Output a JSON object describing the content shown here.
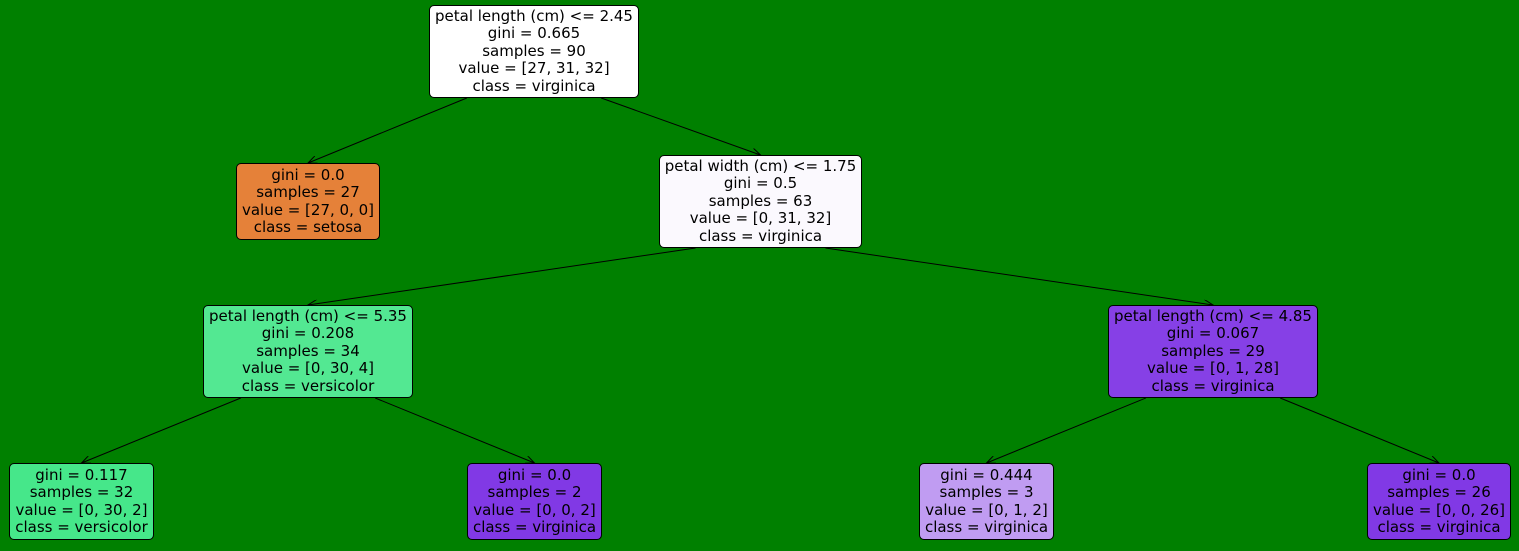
{
  "nodes": [
    {
      "id": "n0",
      "split": "petal length (cm) <= 2.45",
      "gini": "gini = 0.665",
      "samples": "samples = 90",
      "value": "value = [27, 31, 32]",
      "class": "class = virginica",
      "fill": "#ffffff"
    },
    {
      "id": "n1",
      "split": "",
      "gini": "gini = 0.0",
      "samples": "samples = 27",
      "value": "value = [27, 0, 0]",
      "class": "class = setosa",
      "fill": "#e58139"
    },
    {
      "id": "n2",
      "split": "petal width (cm) <= 1.75",
      "gini": "gini = 0.5",
      "samples": "samples = 63",
      "value": "value = [0, 31, 32]",
      "class": "class = virginica",
      "fill": "#fbf9fe"
    },
    {
      "id": "n3",
      "split": "petal length (cm) <= 5.35",
      "gini": "gini = 0.208",
      "samples": "samples = 34",
      "value": "value = [0, 30, 4]",
      "class": "class = versicolor",
      "fill": "#53e892"
    },
    {
      "id": "n4",
      "split": "",
      "gini": "gini = 0.117",
      "samples": "samples = 32",
      "value": "value = [0, 30, 2]",
      "class": "class = versicolor",
      "fill": "#46e78a"
    },
    {
      "id": "n5",
      "split": "",
      "gini": "gini = 0.0",
      "samples": "samples = 2",
      "value": "value = [0, 0, 2]",
      "class": "class = virginica",
      "fill": "#8139e5"
    },
    {
      "id": "n6",
      "split": "petal length (cm) <= 4.85",
      "gini": "gini = 0.067",
      "samples": "samples = 29",
      "value": "value = [0, 1, 28]",
      "class": "class = virginica",
      "fill": "#8640e6"
    },
    {
      "id": "n7",
      "split": "",
      "gini": "gini = 0.444",
      "samples": "samples = 3",
      "value": "value = [0, 1, 2]",
      "class": "class = virginica",
      "fill": "#c09cf2"
    },
    {
      "id": "n8",
      "split": "",
      "gini": "gini = 0.0",
      "samples": "samples = 26",
      "value": "value = [0, 0, 26]",
      "class": "class = virginica",
      "fill": "#8139e5"
    }
  ],
  "edges": [
    {
      "from": "n0",
      "to": "n1"
    },
    {
      "from": "n0",
      "to": "n2"
    },
    {
      "from": "n2",
      "to": "n3"
    },
    {
      "from": "n2",
      "to": "n6"
    },
    {
      "from": "n3",
      "to": "n4"
    },
    {
      "from": "n3",
      "to": "n5"
    },
    {
      "from": "n6",
      "to": "n7"
    },
    {
      "from": "n6",
      "to": "n8"
    }
  ]
}
